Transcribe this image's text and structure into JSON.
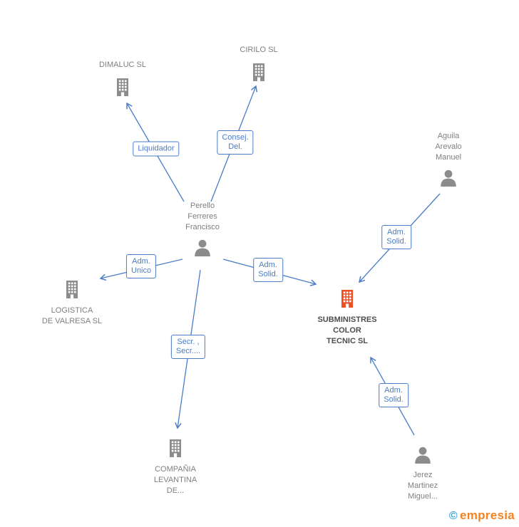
{
  "nodes": {
    "dimaluc": {
      "label": "DIMALUC SL",
      "type": "company"
    },
    "cirilo": {
      "label": "CIRILO SL",
      "type": "company"
    },
    "aguila": {
      "label": "Aguila\nArevalo\nManuel",
      "type": "person"
    },
    "perello": {
      "label": "Perello\nFerreres\nFrancisco",
      "type": "person"
    },
    "logistica": {
      "label": "LOGISTICA\nDE VALRESA SL",
      "type": "company"
    },
    "subministres": {
      "label": "SUBMINISTRES\nCOLOR\nTECNIC SL",
      "type": "company",
      "highlighted": true
    },
    "compania": {
      "label": "COMPAÑIA\nLEVANTINA\nDE...",
      "type": "company"
    },
    "jerez": {
      "label": "Jerez\nMartinez\nMiguel...",
      "type": "person"
    }
  },
  "edges": {
    "perello_dimaluc": {
      "label": "Liquidador",
      "from": "perello",
      "to": "dimaluc"
    },
    "perello_cirilo": {
      "label": "Consej.\nDel.",
      "from": "perello",
      "to": "cirilo"
    },
    "aguila_subministres": {
      "label": "Adm.\nSolid.",
      "from": "aguila",
      "to": "subministres"
    },
    "perello_logistica": {
      "label": "Adm.\nUnico",
      "from": "perello",
      "to": "logistica"
    },
    "perello_subministres": {
      "label": "Adm.\nSolid.",
      "from": "perello",
      "to": "subministres"
    },
    "perello_compania": {
      "label": "Secr. ,\nSecr....",
      "from": "perello",
      "to": "compania"
    },
    "jerez_subministres": {
      "label": "Adm.\nSolid.",
      "from": "jerez",
      "to": "subministres"
    }
  },
  "colors": {
    "arrow_blue": "#4a7cc7",
    "node_gray": "#8c8c8c",
    "highlight_orange": "#f04e23",
    "label_gray": "#7f7f7f",
    "highlight_label": "#4d4d4d"
  },
  "watermark": {
    "symbol": "©",
    "brand": "empresia"
  }
}
